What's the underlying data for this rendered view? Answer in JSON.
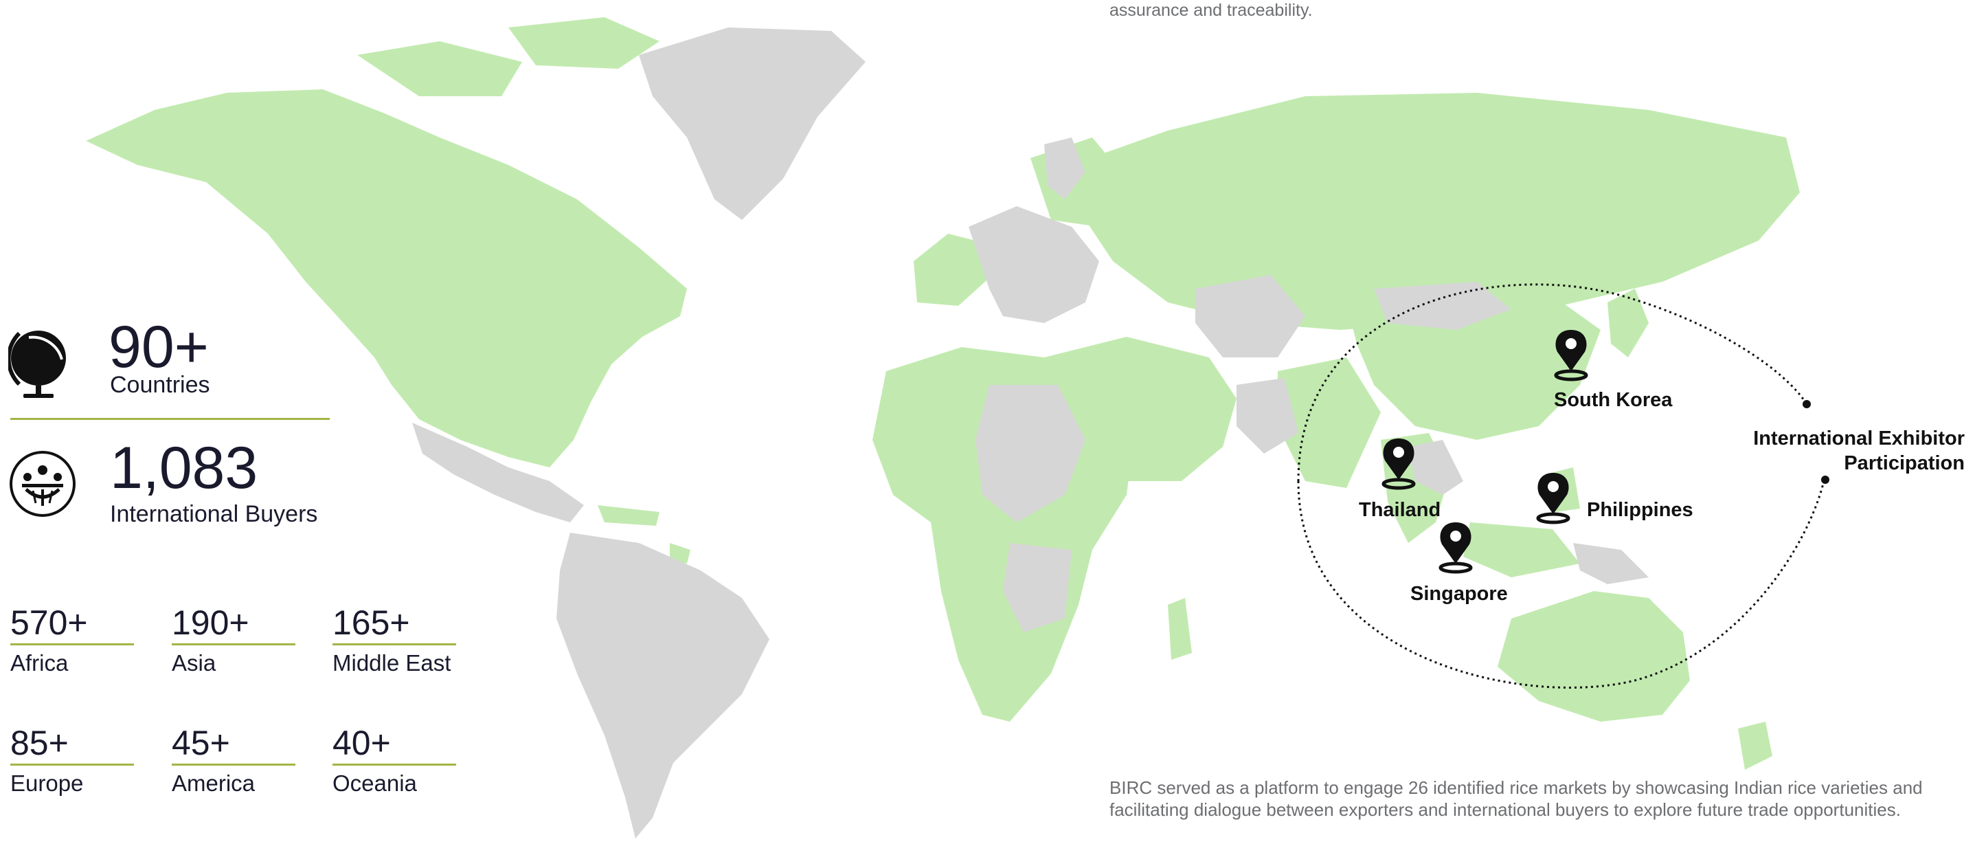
{
  "captions": {
    "top": "assurance and traceability.",
    "bottom": "BIRC served as a platform to engage 26 identified rice markets by showcasing Indian rice varieties and facilitating dialogue between exporters and international buyers to explore future trade opportunities."
  },
  "stats": {
    "countries": {
      "value": "90+",
      "label": "Countries",
      "icon": "globe-icon"
    },
    "buyers": {
      "value": "1,083",
      "label": "International Buyers",
      "icon": "buyers-network-icon"
    }
  },
  "regions": [
    {
      "value": "570+",
      "name": "Africa"
    },
    {
      "value": "190+",
      "name": "Asia"
    },
    {
      "value": "165+",
      "name": "Middle East"
    },
    {
      "value": "85+",
      "name": "Europe"
    },
    {
      "value": "45+",
      "name": "America"
    },
    {
      "value": "40+",
      "name": "Oceania"
    }
  ],
  "map": {
    "pins": [
      {
        "label": "South Korea",
        "icon": "location-pin-icon"
      },
      {
        "label": "Thailand",
        "icon": "location-pin-icon"
      },
      {
        "label": "Philippines",
        "icon": "location-pin-icon"
      },
      {
        "label": "Singapore",
        "icon": "location-pin-icon"
      }
    ],
    "callout": {
      "line1": "International Exhibitor",
      "line2": "Participation"
    },
    "colors": {
      "highlight": "#c2eab0",
      "land": "#d6d6d6",
      "rule": "#a3b545",
      "text": "#1a1a2e"
    }
  }
}
